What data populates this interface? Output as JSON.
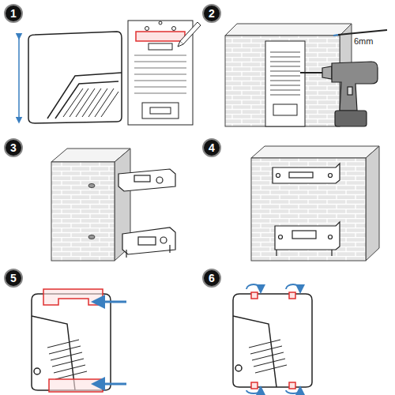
{
  "diagram": {
    "nodes": [
      {
        "text": [
          "1"
        ]
      },
      {
        "text": [
          "2"
        ]
      },
      {
        "text": [
          "3"
        ]
      },
      {
        "text": [
          "4"
        ]
      },
      {
        "text": [
          "5"
        ]
      },
      {
        "text": [
          "6"
        ]
      }
    ],
    "labels": [
      "6mm"
    ]
  }
}
